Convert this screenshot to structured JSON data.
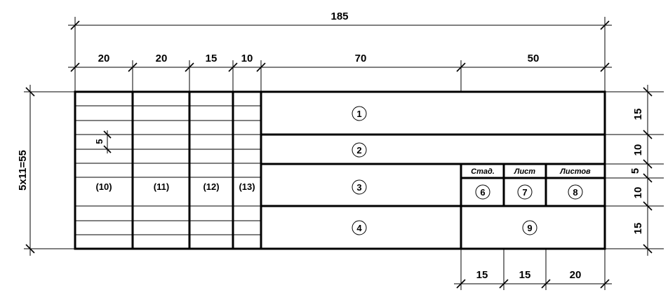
{
  "dimensions": {
    "total_width": "185",
    "top_columns": [
      "20",
      "20",
      "15",
      "10",
      "70",
      "50"
    ],
    "bottom_columns": [
      "15",
      "15",
      "20"
    ],
    "left_height": "5x11=55",
    "row_height_marker": "5",
    "right_rows": [
      "15",
      "10",
      "5",
      "10",
      "15"
    ]
  },
  "fields": {
    "f1": "1",
    "f2": "2",
    "f3": "3",
    "f4": "4",
    "f6": "6",
    "f7": "7",
    "f8": "8",
    "f9": "9"
  },
  "columns": {
    "c10": "(10)",
    "c11": "(11)",
    "c12": "(12)",
    "c13": "(13)"
  },
  "headers": {
    "stage": "Стад.",
    "sheet": "Лист",
    "sheets": "Листов"
  }
}
